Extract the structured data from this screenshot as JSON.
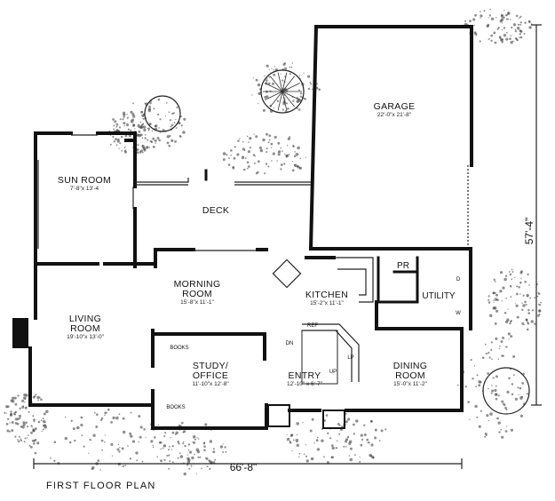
{
  "plan_title": "FIRST FLOOR PLAN",
  "dimensions": {
    "width": "66'-8\"",
    "depth": "57'-4\""
  },
  "rooms": {
    "garage": {
      "name": "GARAGE",
      "dim": "22'-0\"x 21'-8\""
    },
    "sun_room": {
      "name": "SUN ROOM",
      "dim": "7'-8\"x 13'-4"
    },
    "deck": {
      "name": "DECK"
    },
    "morning_room": {
      "name": "MORNING",
      "name2": "ROOM",
      "dim": "15'-8\"x 11'-1\""
    },
    "kitchen": {
      "name": "KITCHEN",
      "dim": "15'-2\"x 11'-1\""
    },
    "pr": {
      "name": "PR"
    },
    "utility": {
      "name": "UTILITY"
    },
    "living_room": {
      "name": "LIVING",
      "name2": "ROOM",
      "dim": "19'-10\"x 13'-0\""
    },
    "study": {
      "name": "STUDY/",
      "name2": "OFFICE",
      "dim": "11'-10\"x 12'-8\""
    },
    "entry": {
      "name": "ENTRY",
      "dim": "12'-10\" x 6'-7\""
    },
    "dining_room": {
      "name": "DINING",
      "name2": "ROOM",
      "dim": "15'-0\"x 11'-2\""
    }
  },
  "fixtures": {
    "dn": "DN",
    "lp": "LP",
    "up": "UP",
    "books_1": "BOOKS",
    "books_2": "BOOKS",
    "ref": "REF",
    "w": "W",
    "d": "D"
  }
}
